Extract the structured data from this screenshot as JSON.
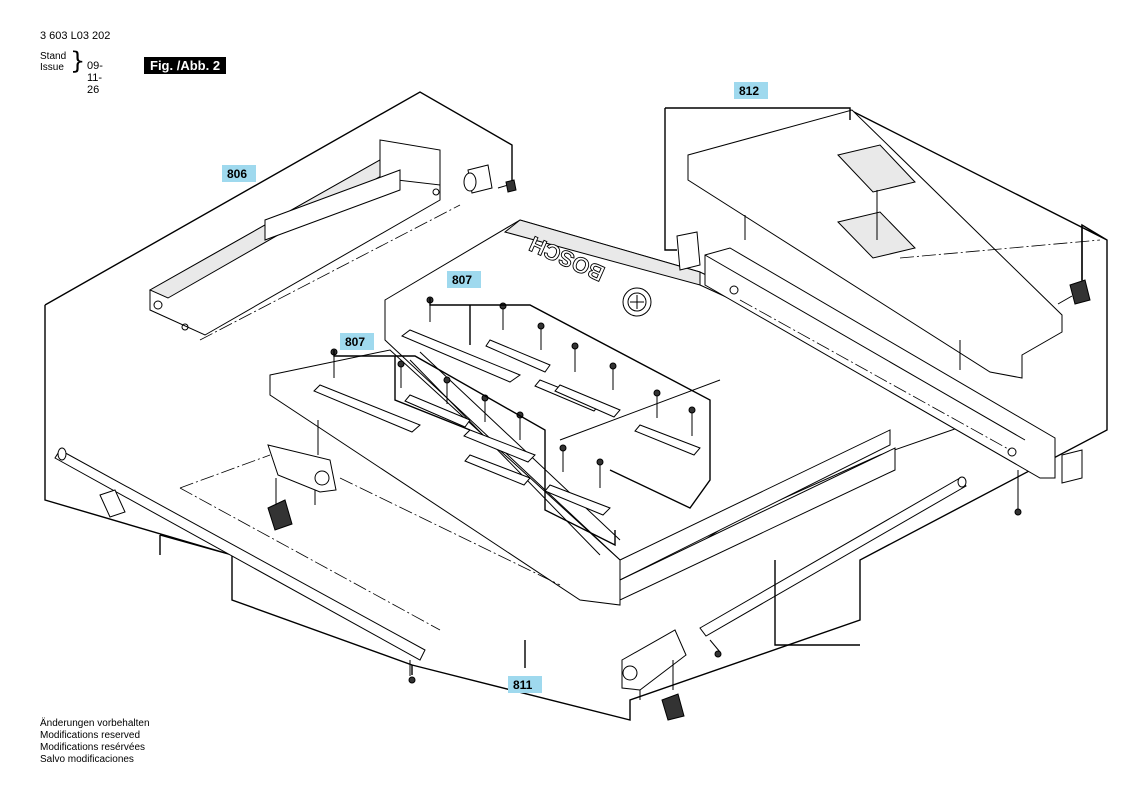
{
  "header": {
    "doc_number": "3 603 L03 202",
    "stand_label": "Stand",
    "issue_label": "Issue",
    "date": "09-11-26",
    "figure_label": "Fig. /Abb. 2"
  },
  "callouts": [
    "806",
    "807",
    "807",
    "811",
    "812"
  ],
  "brand_text": "BOSCH",
  "footer": {
    "lines": [
      "Änderungen vorbehalten",
      "Modifications reserved",
      "Modifications resérvées",
      "Salvo modificaciones"
    ]
  },
  "colors": {
    "callout_highlight": "#9fd9ee",
    "line": "#000000",
    "background": "#ffffff"
  }
}
